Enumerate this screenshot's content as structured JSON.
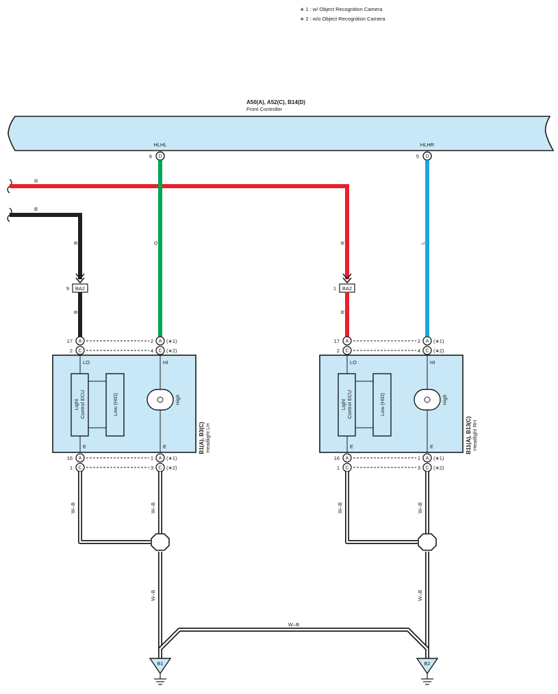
{
  "notes": [
    "∗ 1 : w/ Object Recognition Camera",
    "∗ 2 : w/o Object Recognition Camera"
  ],
  "controller": {
    "connectors": "A50(A), A52(C), B14(D)",
    "name": "Front Controller",
    "terminals": [
      {
        "name": "HLHL",
        "pin": "6",
        "conn": "D",
        "wire_color": "G"
      },
      {
        "name": "HLHR",
        "pin": "5",
        "conn": "D",
        "wire_color": "L"
      }
    ]
  },
  "supply_wires": [
    {
      "color_code": "R",
      "stroke": "#e8202a"
    },
    {
      "color_code": "B",
      "stroke": "#231f20"
    }
  ],
  "wire_colors": {
    "G": "#00a651",
    "L": "#1ea4e0",
    "R": "#e8202a",
    "B": "#231f20"
  },
  "junction_connectors": [
    {
      "pin": "9",
      "name": "BA2",
      "wire_color": "B"
    },
    {
      "pin": "1",
      "name": "BA2",
      "wire_color": "R"
    }
  ],
  "headlights": [
    {
      "connectors": "B1(A), B3(C)",
      "name": "Headlight LH",
      "top_pins": [
        {
          "left_pin": "17",
          "left_conn": "A",
          "right_pin": "2",
          "right_conn": "A",
          "note": "(∗1)"
        },
        {
          "left_pin": "2",
          "left_conn": "C",
          "right_pin": "4",
          "right_conn": "C",
          "note": "(∗2)"
        }
      ],
      "bottom_pins": [
        {
          "left_pin": "16",
          "left_conn": "A",
          "right_pin": "1",
          "right_conn": "A",
          "note": "(∗1)"
        },
        {
          "left_pin": "1",
          "left_conn": "C",
          "right_pin": "3",
          "right_conn": "C",
          "note": "(∗2)"
        }
      ],
      "lo_label": "LO",
      "hi_label": "HI",
      "e_label": "E",
      "ecu_label": [
        "Light",
        "Control ECU"
      ],
      "low_label": "Low (HID)",
      "high_label": "High",
      "ground_wire": "W–B",
      "ground_point": "B1"
    },
    {
      "connectors": "B11(A), B13(C)",
      "name": "Headlight RH",
      "top_pins": [
        {
          "left_pin": "17",
          "left_conn": "A",
          "right_pin": "2",
          "right_conn": "A",
          "note": "(∗1)"
        },
        {
          "left_pin": "2",
          "left_conn": "C",
          "right_pin": "4",
          "right_conn": "C",
          "note": "(∗2)"
        }
      ],
      "bottom_pins": [
        {
          "left_pin": "16",
          "left_conn": "A",
          "right_pin": "1",
          "right_conn": "A",
          "note": "(∗1)"
        },
        {
          "left_pin": "1",
          "left_conn": "C",
          "right_pin": "3",
          "right_conn": "C",
          "note": "(∗2)"
        }
      ],
      "lo_label": "LO",
      "hi_label": "HI",
      "e_label": "E",
      "ecu_label": [
        "Light",
        "Control ECU"
      ],
      "low_label": "Low (HID)",
      "high_label": "High",
      "ground_wire": "W–B",
      "ground_point": "B2"
    }
  ],
  "ground_link_wire": "W–B"
}
